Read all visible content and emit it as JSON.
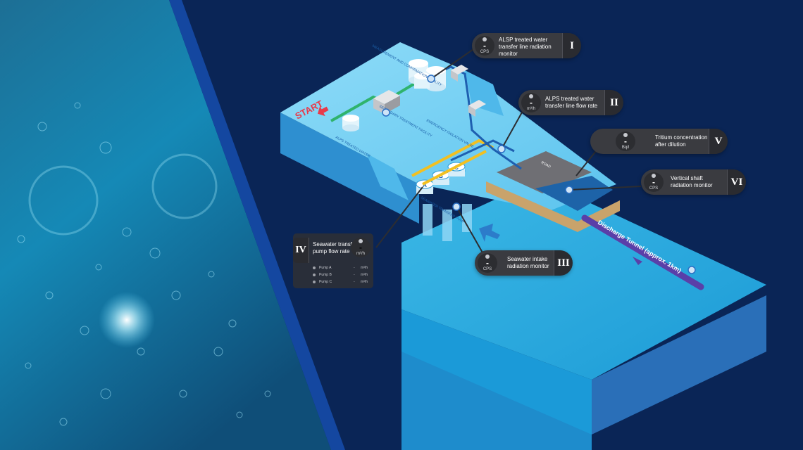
{
  "diagram": {
    "start_label": "START",
    "facility_labels": {
      "alps_water": "ALPS TREATED WATER",
      "secondary_treatment": "SECONDARY TREATMENT FACILITY",
      "measurement": "MEASUREMENT AND CONFIRMATION FACILITY",
      "isolation_valve": "EMERGENCY ISOLATION VALVE",
      "seawater_pump": "SEAWATER TRANSFER PUMP",
      "pump_a": "A",
      "pump_b": "B",
      "pump_c": "C",
      "road": "ROAD",
      "discharge_tunnel": "Discharge Tunnel (approx. 1km)"
    },
    "colors": {
      "background": "#0a2556",
      "water": "#2aa8dc",
      "block_top": "#5cc6f0",
      "block_side": "#2e8fd0",
      "pipe_green": "#2fb36d",
      "pipe_yellow": "#f2c021",
      "tunnel": "#5a3fa8",
      "callout_bg": "#3a3b40"
    },
    "callouts": [
      {
        "roman": "I",
        "value": "-",
        "unit": "CPS",
        "label_lines": [
          "ALSP treated water",
          "transfer line radiation",
          "monitor"
        ]
      },
      {
        "roman": "II",
        "value": "-",
        "unit": "m³/h",
        "label_lines": [
          "ALPS treated water",
          "transfer line flow rate"
        ]
      },
      {
        "roman": "III",
        "value": "-",
        "unit": "CPS",
        "label_lines": [
          "Seawater intake",
          "radiation monitor"
        ]
      },
      {
        "roman": "IV",
        "value": "-",
        "unit": "m³/h",
        "label_lines": [
          "Seawater transfer",
          "pump flow rate"
        ]
      },
      {
        "roman": "V",
        "value": "-",
        "unit": "Bq/l",
        "label_lines": [
          "Tritium concentration",
          "after dilution"
        ]
      },
      {
        "roman": "VI",
        "value": "-",
        "unit": "CPS",
        "label_lines": [
          "Vertical shaft",
          "radiation monitor"
        ]
      }
    ],
    "pumps": [
      {
        "name": "Pump A",
        "value": "-",
        "unit": "m³/h"
      },
      {
        "name": "Pump B",
        "value": "-",
        "unit": "m³/h"
      },
      {
        "name": "Pump C",
        "value": "-",
        "unit": "m³/h"
      }
    ]
  }
}
